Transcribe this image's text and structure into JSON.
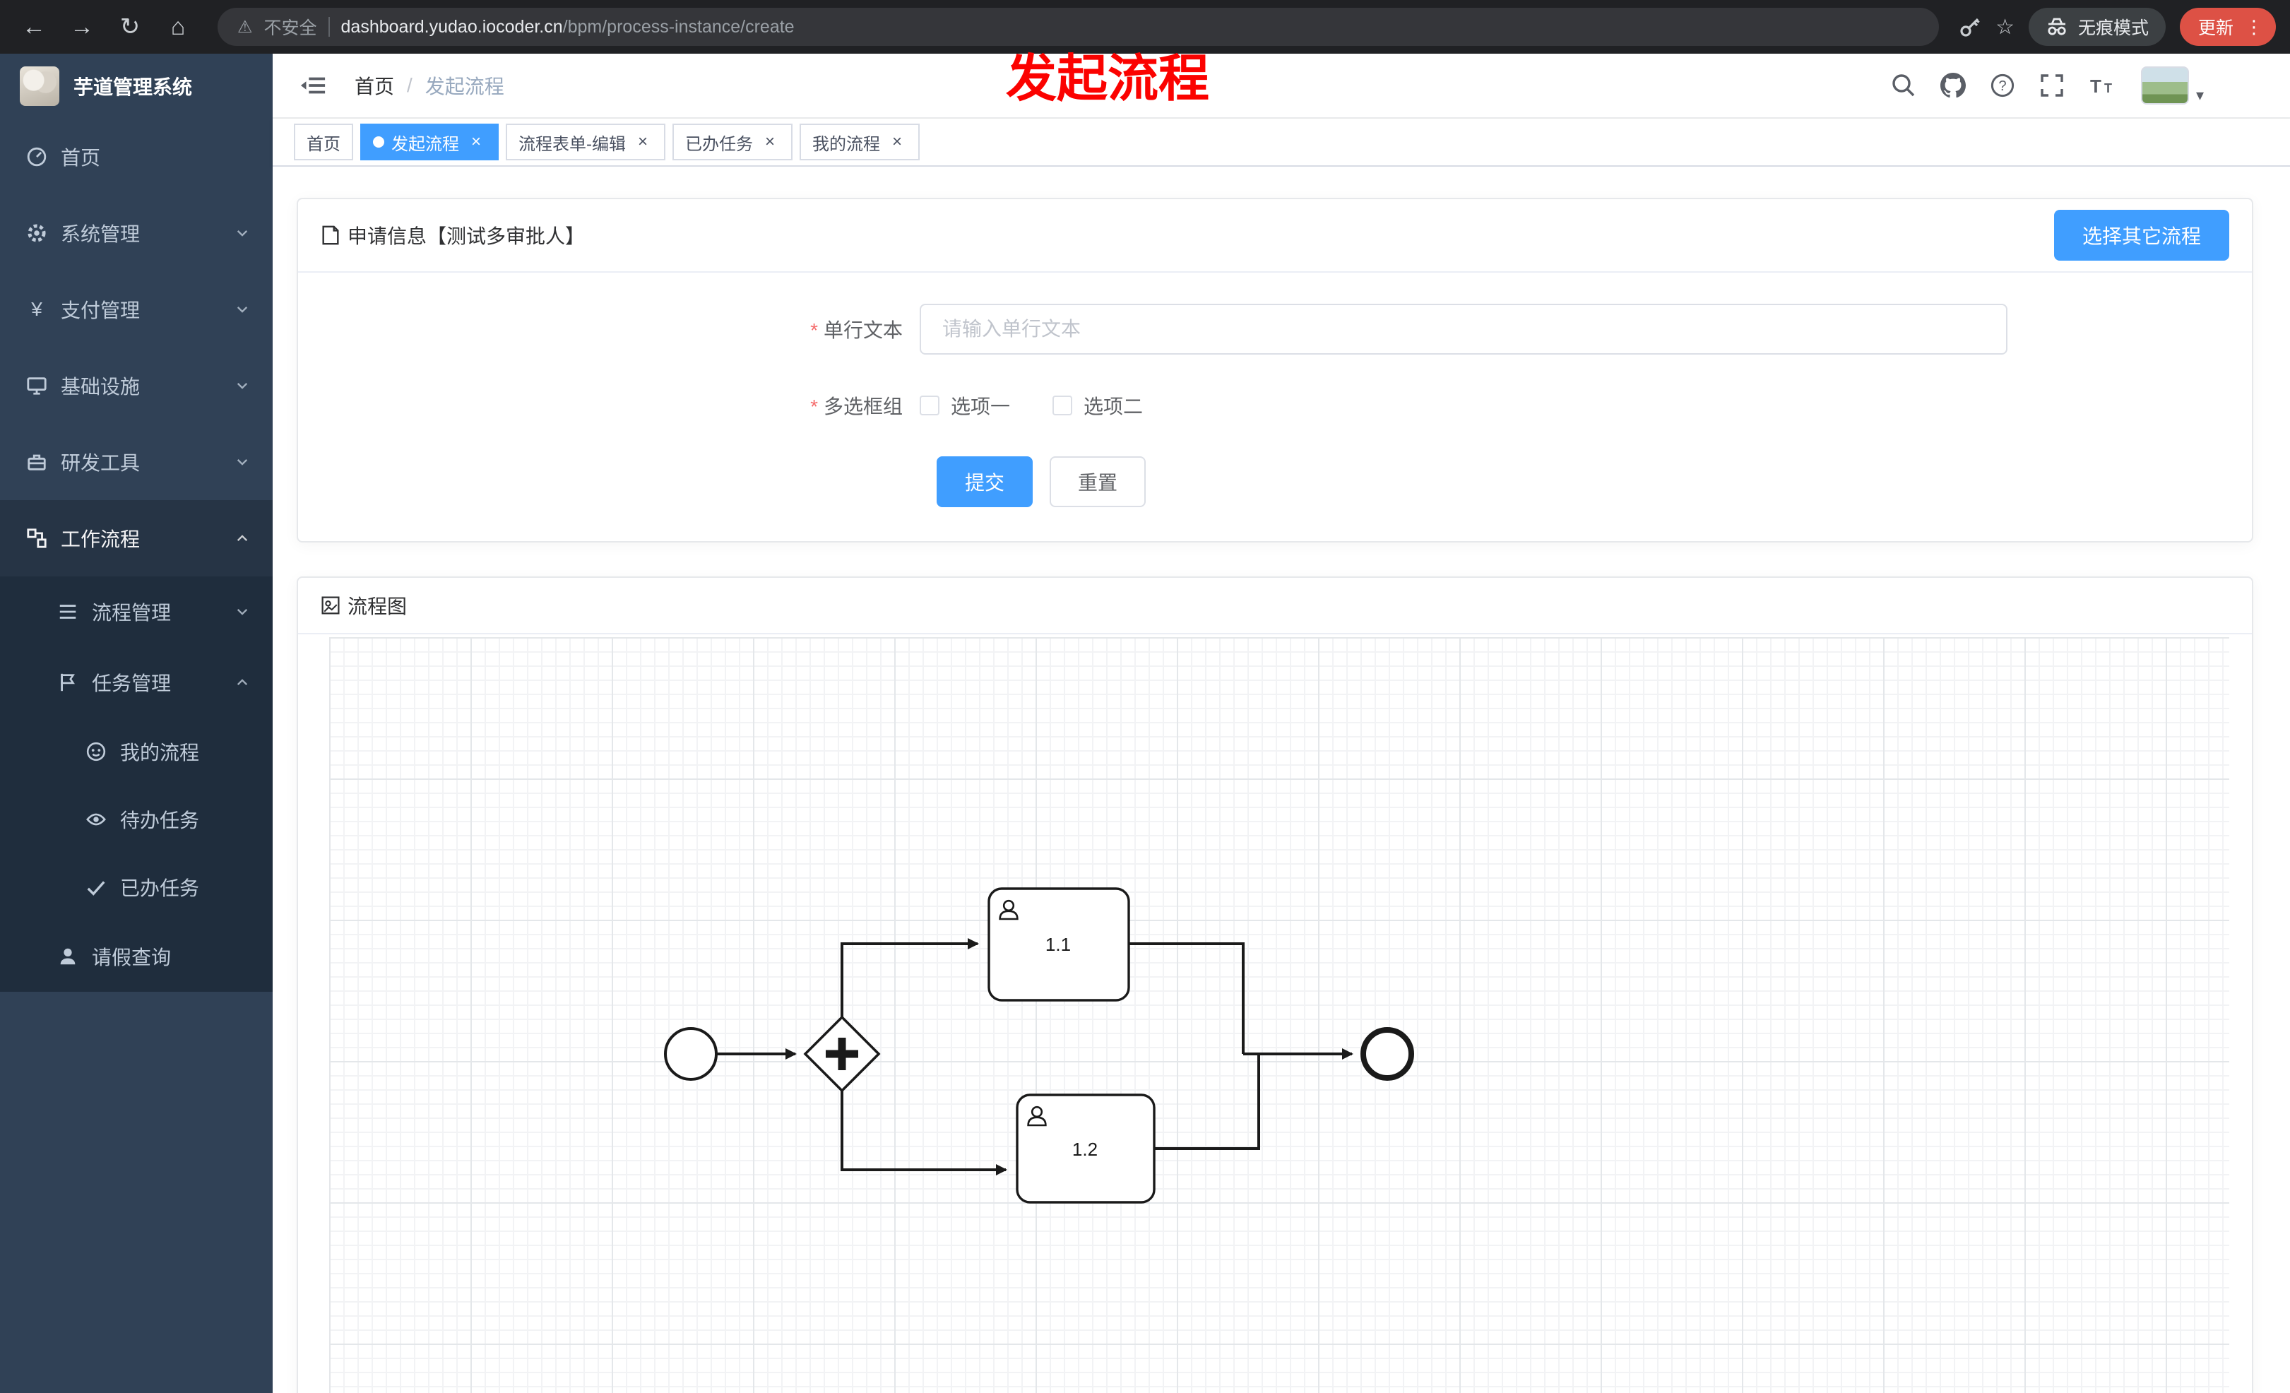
{
  "browser": {
    "security_label": "不安全",
    "url_domain": "dashboard.yudao.iocoder.cn",
    "url_path": "/bpm/process-instance/create",
    "incognito_label": "无痕模式",
    "update_label": "更新"
  },
  "annotation": {
    "text": "发起流程",
    "color": "#fb0200"
  },
  "sidebar": {
    "logo_title": "芋道管理系统",
    "items": [
      {
        "label": "首页"
      },
      {
        "label": "系统管理"
      },
      {
        "label": "支付管理"
      },
      {
        "label": "基础设施"
      },
      {
        "label": "研发工具"
      },
      {
        "label": "工作流程"
      }
    ],
    "submenu": [
      {
        "label": "流程管理"
      },
      {
        "label": "任务管理"
      },
      {
        "label": "我的流程"
      },
      {
        "label": "待办任务"
      },
      {
        "label": "已办任务"
      },
      {
        "label": "请假查询"
      }
    ]
  },
  "navbar": {
    "breadcrumb": [
      "首页",
      "发起流程"
    ],
    "separator": "/"
  },
  "tags": [
    {
      "label": "首页",
      "active": false,
      "closable": false
    },
    {
      "label": "发起流程",
      "active": true,
      "closable": true
    },
    {
      "label": "流程表单-编辑",
      "active": false,
      "closable": true
    },
    {
      "label": "已办任务",
      "active": false,
      "closable": true
    },
    {
      "label": "我的流程",
      "active": false,
      "closable": true
    }
  ],
  "apply_card": {
    "title": "申请信息【测试多审批人】",
    "select_other_button": "选择其它流程",
    "required_mark": "*",
    "single_line": {
      "label": "单行文本",
      "placeholder": "请输入单行文本",
      "value": "",
      "required": true
    },
    "checkbox_group": {
      "label": "多选框组",
      "required": true,
      "options": [
        {
          "label": "选项一",
          "checked": false
        },
        {
          "label": "选项二",
          "checked": false
        }
      ]
    },
    "submit_button": "提交",
    "reset_button": "重置"
  },
  "flow_card": {
    "title": "流程图",
    "diagram": {
      "type": "bpmn",
      "start_event": "start",
      "gateway": "parallel-gateway",
      "tasks": [
        {
          "id": "task-1-1",
          "label": "1.1"
        },
        {
          "id": "task-1-2",
          "label": "1.2"
        }
      ],
      "end_event": "end"
    }
  },
  "glyphs": {
    "back": "←",
    "forward": "→",
    "refresh": "↻",
    "home": "⌂",
    "warning": "⚠",
    "star": "☆",
    "close": "×",
    "caret": "▾",
    "divider": "|",
    "more": "⋮",
    "yen": "¥"
  }
}
